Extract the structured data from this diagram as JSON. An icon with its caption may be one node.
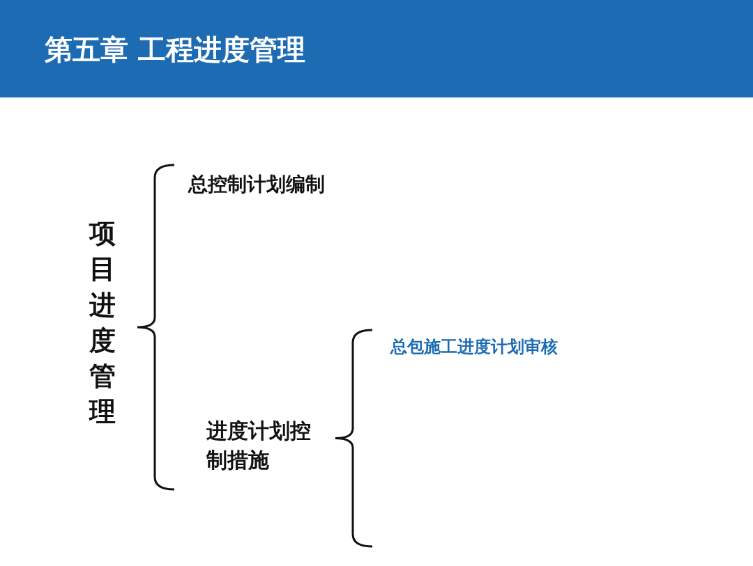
{
  "diagram": {
    "title": "第五章 工程进度管理",
    "nodes": [
      {
        "text": [
          "项目进度管理"
        ]
      },
      {
        "text": [
          "总控制计划编制"
        ]
      },
      {
        "text": [
          "进度计划控制措施"
        ]
      },
      {
        "text": [
          "总包施工进度计划审核"
        ]
      }
    ]
  }
}
